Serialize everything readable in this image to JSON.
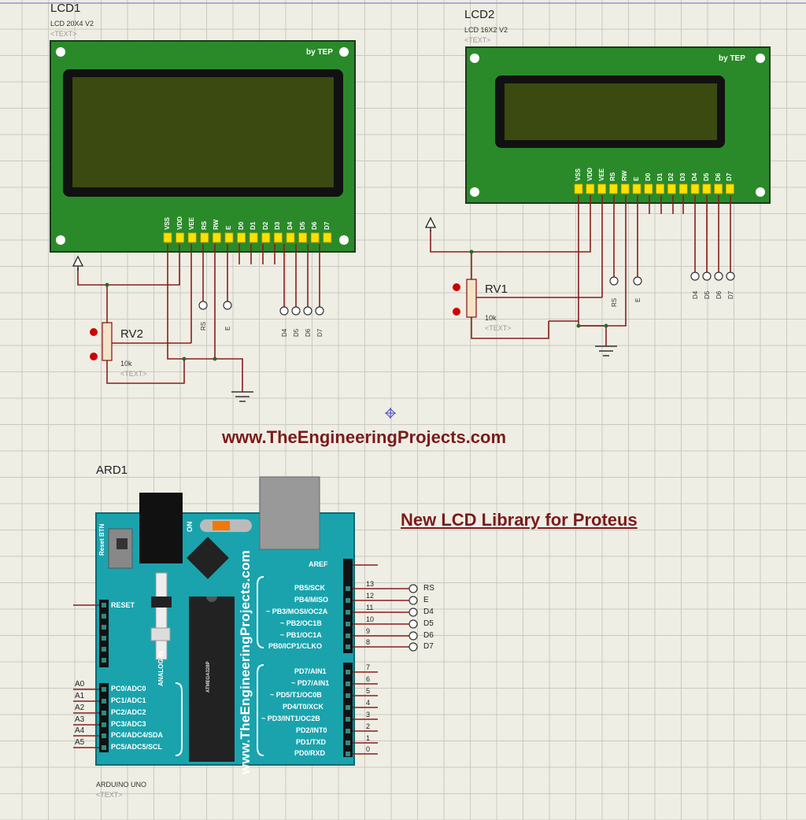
{
  "lcd1": {
    "ref": "LCD1",
    "model": "LCD 20X4 V2",
    "text": "<TEXT>",
    "brand": "by TEP",
    "pins": [
      "VSS",
      "VDD",
      "VEE",
      "RS",
      "RW",
      "E",
      "D0",
      "D1",
      "D2",
      "D3",
      "D4",
      "D5",
      "D6",
      "D7"
    ],
    "nodes": [
      "RS",
      "E",
      "D4",
      "D5",
      "D6",
      "D7"
    ]
  },
  "lcd2": {
    "ref": "LCD2",
    "model": "LCD 16X2 V2",
    "text": "<TEXT>",
    "brand": "by TEP",
    "pins": [
      "VSS",
      "VDD",
      "VEE",
      "RS",
      "RW",
      "E",
      "D0",
      "D1",
      "D2",
      "D3",
      "D4",
      "D5",
      "D6",
      "D7"
    ],
    "nodes": [
      "RS",
      "E",
      "D4",
      "D5",
      "D6",
      "D7"
    ]
  },
  "rv1": {
    "ref": "RV1",
    "value": "10k",
    "text": "<TEXT>"
  },
  "rv2": {
    "ref": "RV2",
    "value": "10k",
    "text": "<TEXT>"
  },
  "website": "www.TheEngineeringProjects.com",
  "title": "New LCD Library for Proteus",
  "arduino": {
    "ref": "ARD1",
    "model": "ARDUINO UNO",
    "text": "<TEXT>",
    "board_url": "www.TheEngineeringProjects.com",
    "reset_btn": "Reset BTN",
    "on": "ON",
    "reset": "RESET",
    "analog_in": "ANALOG IN",
    "aref": "AREF",
    "chip_text": "ATMEGA328P",
    "analog_pins": [
      "PC0/ADC0",
      "PC1/ADC1",
      "PC2/ADC2",
      "PC3/ADC3",
      "PC4/ADC4/SDA",
      "PC5/ADC5/SCL"
    ],
    "analog_labels": [
      "A0",
      "A1",
      "A2",
      "A3",
      "A4",
      "A5"
    ],
    "digital_high": [
      "PB5/SCK",
      "PB4/MISO",
      "~ PB3/MOSI/OC2A",
      "~ PB2/OC1B",
      "~ PB1/OC1A",
      "PB0/ICP1/CLKO"
    ],
    "digital_high_nums": [
      "13",
      "12",
      "11",
      "10",
      "9",
      "8"
    ],
    "digital_high_nodes": [
      "RS",
      "E",
      "D4",
      "D5",
      "D6",
      "D7"
    ],
    "digital_low": [
      "PD7/AIN1",
      "~ PD7/AIN1",
      "~ PD5/T1/OC0B",
      "PD4/T0/XCK",
      "~ PD3/INT1/OC2B",
      "PD2/INT0",
      "PD1/TXD",
      "PD0/RXD"
    ],
    "digital_low_nums": [
      "7",
      "6",
      "5",
      "4",
      "3",
      "2",
      "1",
      "0"
    ]
  },
  "colors": {
    "pcb": "#2a8a2a",
    "lcd_screen": "#3a4a10",
    "wire": "#8a1d1d",
    "arduino": "#1aa3ad",
    "pin": "#ffe000",
    "text_accent": "#7a1b1b"
  }
}
